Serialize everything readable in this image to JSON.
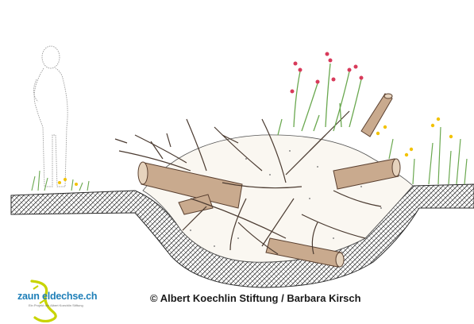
{
  "logo": {
    "text": "zaun eldechse.ch",
    "subtext": "Ein Projekt der Albert Koechlin Stiftung",
    "color": "#1e7fb8",
    "lizard_color": "#c8d400"
  },
  "credit": "© Albert Koechlin Stiftung / Barbara Kirsch",
  "colors": {
    "wood": "#c9aa8e",
    "wood_dark": "#8a6a52",
    "plant_green": "#6aa84f",
    "flower_red": "#d83a5a",
    "flower_yellow": "#f2c200",
    "soil_hatch": "#3a3a3a"
  }
}
